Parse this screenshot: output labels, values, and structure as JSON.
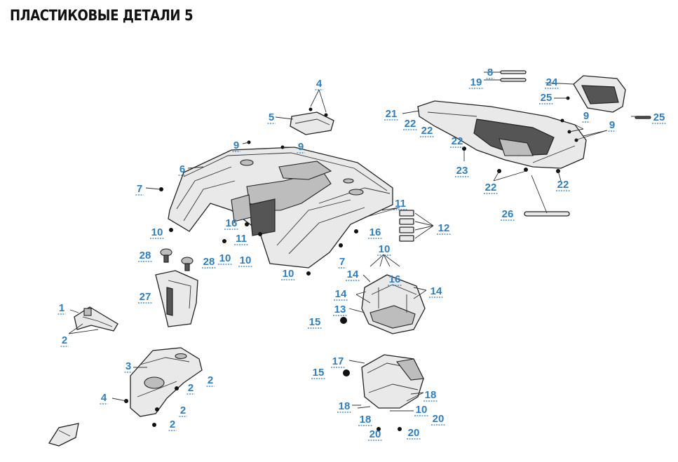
{
  "title": "ПЛАСТИКОВЫЕ ДЕТАЛИ 5",
  "colors": {
    "callout": "#2d7fc1",
    "line": "#222222",
    "part_fill": "#e9e9e9"
  },
  "callouts": [
    "4",
    "5",
    "9",
    "9",
    "6",
    "7",
    "10",
    "16",
    "11",
    "10",
    "10",
    "10",
    "7",
    "11",
    "12",
    "16",
    "28",
    "28",
    "27",
    "1",
    "2",
    "3",
    "2",
    "2",
    "4",
    "2",
    "2",
    "10",
    "14",
    "16",
    "14",
    "14",
    "13",
    "15",
    "15",
    "17",
    "18",
    "18",
    "18",
    "10",
    "20",
    "20",
    "20",
    "8",
    "19",
    "24",
    "25",
    "21",
    "22",
    "22",
    "9",
    "9",
    "25",
    "22",
    "23",
    "22",
    "22",
    "26"
  ],
  "orientation_icon": "front-arrow-icon"
}
